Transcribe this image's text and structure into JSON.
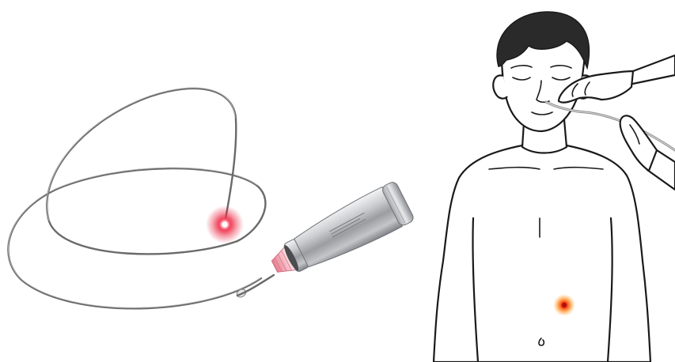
{
  "colors": {
    "background": "#ffffff",
    "outline": "#1a1a1a",
    "fiber": "#6a6a6a",
    "laser_glow": "#e8203a",
    "capsule_glow": "#ff6a00",
    "handpiece_metal": "#b5b7ba",
    "glove": "#ffffff",
    "hair": "#2a2a2a"
  },
  "icons": {
    "fiber": "optical-fiber-loop",
    "fiber_tip": "red-laser-glow",
    "device": "laser-handpiece",
    "patient": "patient-illustration",
    "insertion": "nasogastric-tube",
    "target": "orange-internal-glow"
  }
}
